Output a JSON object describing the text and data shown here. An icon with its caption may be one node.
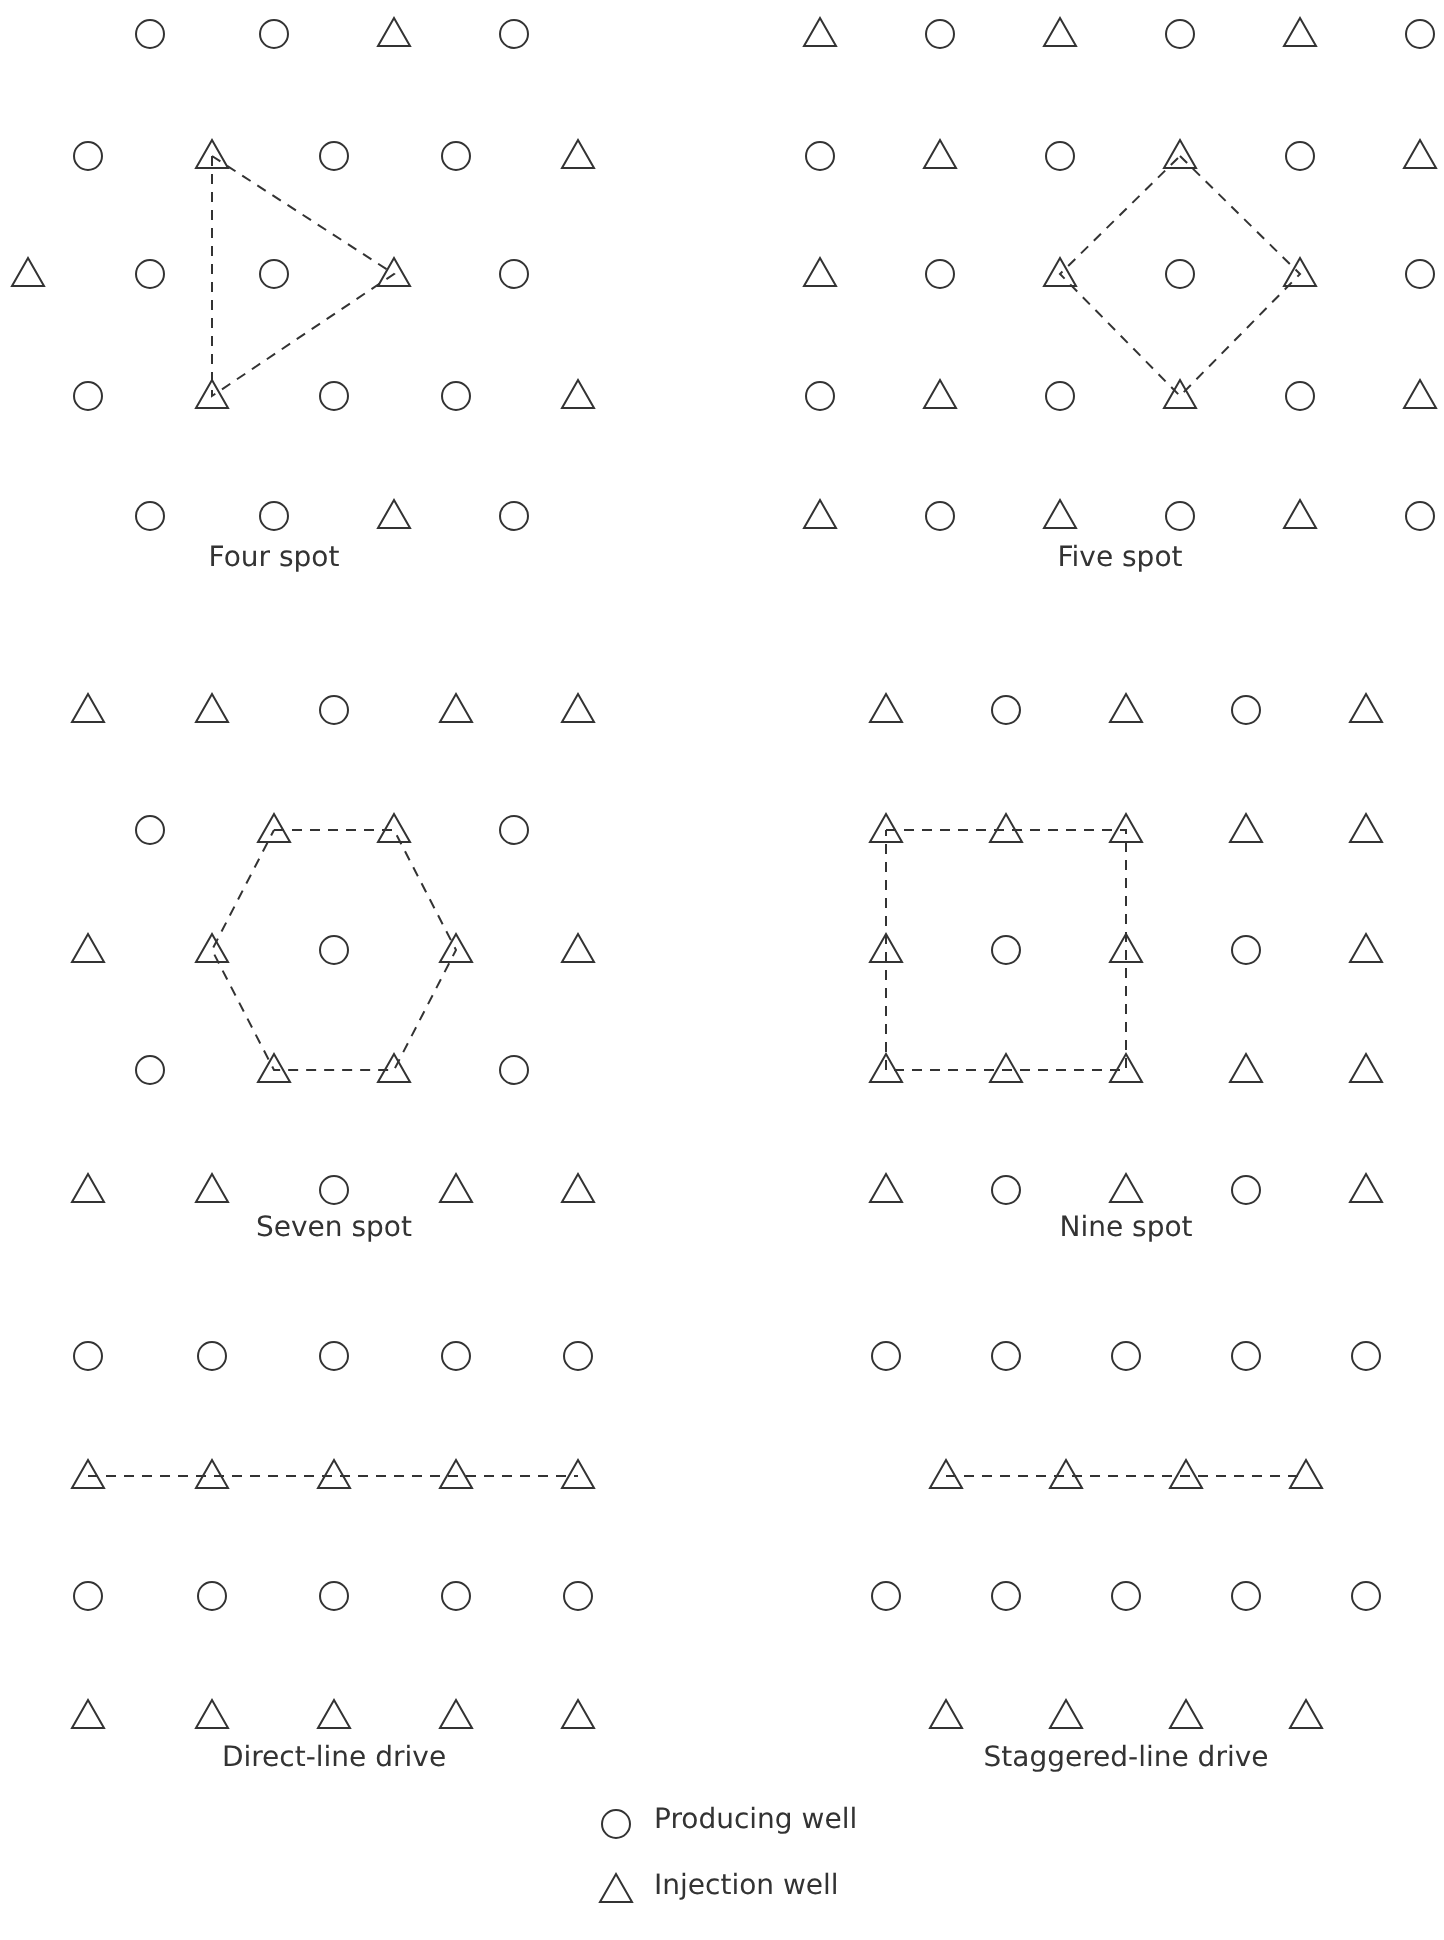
{
  "diagram": {
    "labels": [
      "Four spot",
      "Five spot",
      "Seven spot",
      "Nine spot",
      "Direct-line drive",
      "Staggered-line drive"
    ],
    "legend": [
      {
        "text": "Producing well"
      },
      {
        "text": "Injection well"
      }
    ]
  }
}
